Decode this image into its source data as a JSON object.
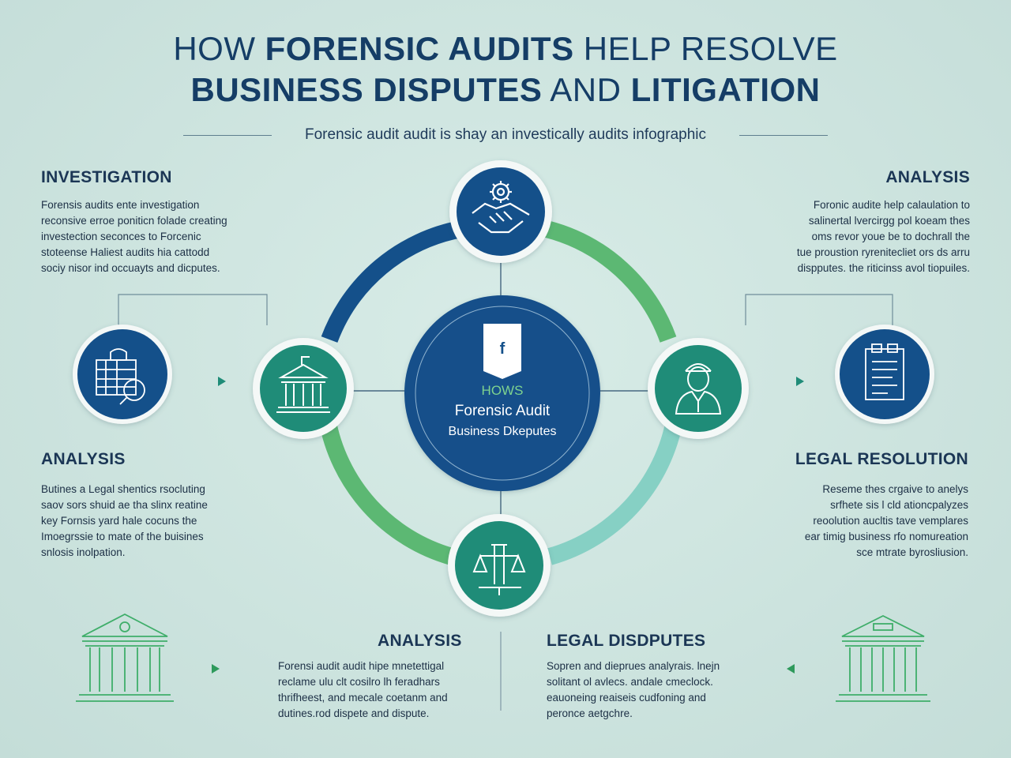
{
  "title": {
    "line1": [
      {
        "text": "HOW ",
        "weight": "light"
      },
      {
        "text": "FORENSIC AUDITS",
        "weight": "bold"
      },
      {
        "text": " HELP RESOLVE",
        "weight": "light"
      }
    ],
    "line2": [
      {
        "text": "BUSINESS DISPUTES",
        "weight": "bold"
      },
      {
        "text": " AND ",
        "weight": "light"
      },
      {
        "text": "LITIGATION",
        "weight": "bold"
      }
    ]
  },
  "subtitle": "Forensic audit audit is shay an investically audits infographic",
  "sections": {
    "investigation": {
      "heading": "INVESTIGATION",
      "lines": [
        "Forensis audits ente investigation",
        "reconsive erroe poniticn folade creating",
        "investection seconces to Forcenic",
        "stoteense Haliest audits hia cattodd",
        "sociy nisor ind occuayts and dicputes."
      ]
    },
    "analysis_right": {
      "heading": "ANALYSIS",
      "lines": [
        "Foronic audite help calaulation to",
        "salinertal lvercirgg pol koeam thes",
        "oms revor youe be to dochrall the",
        "tue proustion ryrenitecliet ors ds arru",
        "dispputes. the riticinss avol tiopuiles."
      ]
    },
    "analysis_left": {
      "heading": "ANALYSIS",
      "lines": [
        "Butines a Legal shentics rsocluting",
        "saov sors shuid ae tha slinx reatine",
        "key Fornsis yard hale cocuns the",
        "Imoegrssie to mate of the buisines",
        "snlosis inolpation."
      ]
    },
    "legal_resolution": {
      "heading": "LEGAL RESOLUTION",
      "lines": [
        "Reseme thes crgaive to anelys",
        "srfhete sis l cld ationcpalyzes",
        "reoolution aucltis tave vemplares",
        "ear timig business rfo nomureation",
        "sce mtrate byrosliusion."
      ]
    },
    "analysis_bottom": {
      "heading": "ANALYSIS",
      "lines": [
        "Forensi audit audit hipe mnetettigal",
        "reclame ulu clt cosilro lh feradhars",
        "thrifheest, and mecale coetanm and",
        "dutines.rod dispete and dispute."
      ]
    },
    "legal_disputes": {
      "heading": "LEGAL DISDPUTES",
      "lines": [
        "Sopren and dieprues analyrais. lnejn",
        "solitant ol avlecs. andale cmeclock.",
        "eauoneing reaiseis cudfoning and",
        "peronce aetgchre."
      ]
    }
  },
  "center": {
    "badge": "f",
    "line1": "HOWS",
    "line2": "Forensic Audit",
    "line3": "Business Dkeputes"
  },
  "icons": {
    "top": "handshake-gear-icon",
    "left": "courthouse-icon",
    "right": "lawyer-icon",
    "bottom": "scales-of-justice-icon",
    "far_left": "ledger-magnifier-icon",
    "far_right": "audit-report-icon",
    "bottom_left": "court-building-icon",
    "bottom_right": "court-building-icon"
  },
  "colors": {
    "navy": "#14508a",
    "green": "#5cb873",
    "teal": "#1f8c78",
    "mint": "#86d0c4",
    "title": "#153d66",
    "accent": "#1f9a8a"
  }
}
